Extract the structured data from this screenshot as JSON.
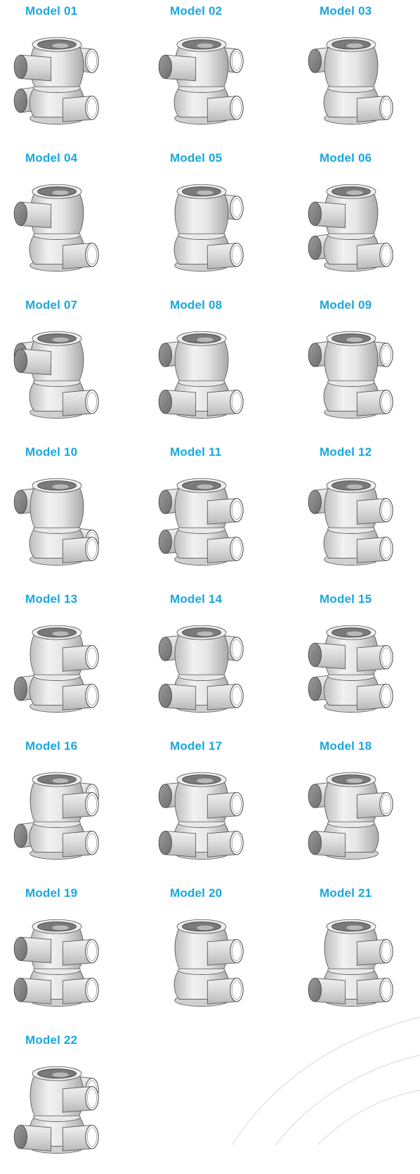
{
  "accent_color": "#1aa7dd",
  "models": [
    {
      "label": "Model 01",
      "ports": [
        "top-l-front",
        "top-r-back",
        "bot-l-back",
        "bot-r-front"
      ],
      "icon": "valve-body-icon"
    },
    {
      "label": "Model 02",
      "ports": [
        "top-l-front",
        "top-r-back",
        "bot-r-front"
      ],
      "icon": "valve-body-icon"
    },
    {
      "label": "Model 03",
      "ports": [
        "top-l-back",
        "bot-r-front"
      ],
      "icon": "valve-body-icon"
    },
    {
      "label": "Model 04",
      "ports": [
        "top-l-front",
        "bot-r-front"
      ],
      "icon": "valve-body-icon"
    },
    {
      "label": "Model 05",
      "ports": [
        "top-r-back",
        "bot-r-front"
      ],
      "icon": "valve-body-icon"
    },
    {
      "label": "Model 06",
      "ports": [
        "top-l-front",
        "bot-l-back",
        "bot-r-front"
      ],
      "icon": "valve-body-icon"
    },
    {
      "label": "Model 07",
      "ports": [
        "top-l-front",
        "top-l-back",
        "bot-r-front"
      ],
      "icon": "valve-body-icon"
    },
    {
      "label": "Model 08",
      "ports": [
        "top-l-back",
        "bot-l-front",
        "bot-r-front"
      ],
      "icon": "valve-body-icon"
    },
    {
      "label": "Model 09",
      "ports": [
        "top-l-back",
        "top-r-back",
        "bot-r-front"
      ],
      "icon": "valve-body-icon"
    },
    {
      "label": "Model 10",
      "ports": [
        "top-l-back",
        "bot-r-back",
        "bot-r-front"
      ],
      "icon": "valve-body-icon"
    },
    {
      "label": "Model 11",
      "ports": [
        "top-l-back",
        "top-r-front",
        "bot-l-back",
        "bot-r-front"
      ],
      "icon": "valve-body-icon"
    },
    {
      "label": "Model 12",
      "ports": [
        "top-l-back",
        "top-r-front",
        "bot-r-front"
      ],
      "icon": "valve-body-icon"
    },
    {
      "label": "Model 13",
      "ports": [
        "top-r-front",
        "bot-l-back",
        "bot-r-front"
      ],
      "icon": "valve-body-icon"
    },
    {
      "label": "Model 14",
      "ports": [
        "top-l-back",
        "top-r-back",
        "bot-l-front",
        "bot-r-front"
      ],
      "icon": "valve-body-icon"
    },
    {
      "label": "Model 15",
      "ports": [
        "top-l-front",
        "top-r-front",
        "bot-l-back",
        "bot-r-front"
      ],
      "icon": "valve-body-icon"
    },
    {
      "label": "Model 16",
      "ports": [
        "top-r-back",
        "top-r-front",
        "bot-l-back",
        "bot-r-front"
      ],
      "icon": "valve-body-icon"
    },
    {
      "label": "Model 17",
      "ports": [
        "top-l-back",
        "top-r-front",
        "bot-l-front",
        "bot-r-front"
      ],
      "icon": "valve-body-icon"
    },
    {
      "label": "Model 18",
      "ports": [
        "top-l-back",
        "top-r-front",
        "bot-l-front"
      ],
      "icon": "valve-body-icon"
    },
    {
      "label": "Model 19",
      "ports": [
        "top-l-front",
        "top-r-front",
        "bot-l-front",
        "bot-r-front"
      ],
      "icon": "valve-body-icon"
    },
    {
      "label": "Model 20",
      "ports": [
        "top-r-front",
        "bot-r-front"
      ],
      "icon": "valve-body-icon"
    },
    {
      "label": "Model 21",
      "ports": [
        "top-r-front",
        "bot-l-front",
        "bot-r-front"
      ],
      "icon": "valve-body-icon"
    },
    {
      "label": "Model 22",
      "ports": [
        "top-r-back",
        "top-r-front",
        "bot-l-front",
        "bot-r-front"
      ],
      "icon": "valve-body-icon"
    }
  ]
}
